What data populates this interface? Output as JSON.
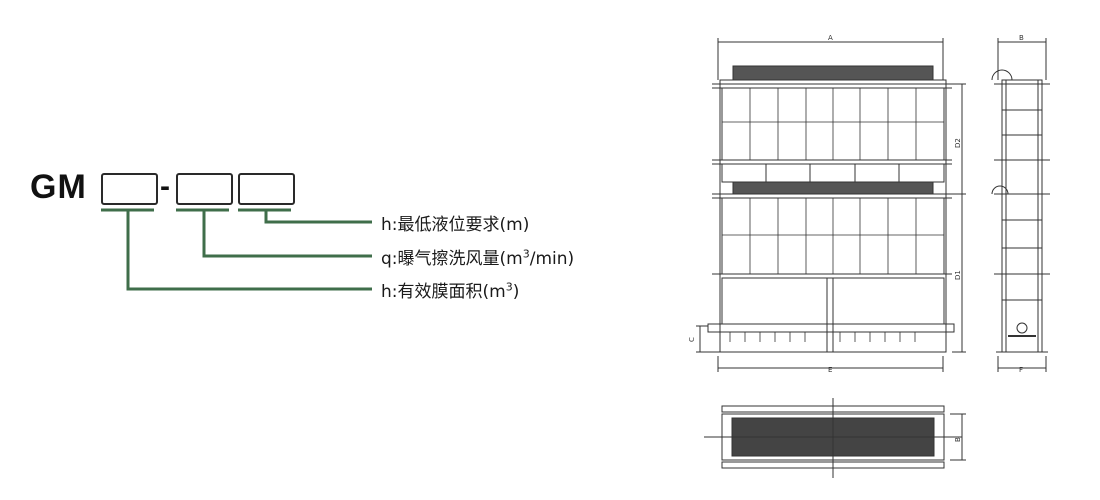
{
  "code": {
    "prefix": "GM",
    "separator": "-"
  },
  "labels": {
    "height": {
      "prefix": "h:最低液位要求(m)"
    },
    "flow": {
      "prefix": "q:曝气擦洗风量(m",
      "sup": "3",
      "suffix": "/min)"
    },
    "area": {
      "prefix": "h:有效膜面积(m",
      "sup": "3",
      "suffix": ")"
    }
  },
  "colors": {
    "leader": "#3f6e4a",
    "drawing": "#333333"
  },
  "drawing": {
    "dim_A": "A",
    "dim_B": "B",
    "dim_C": "C",
    "dim_D1": "D1",
    "dim_D2": "D2",
    "dim_E": "E",
    "dim_F": "F",
    "dim_plan": "B"
  }
}
